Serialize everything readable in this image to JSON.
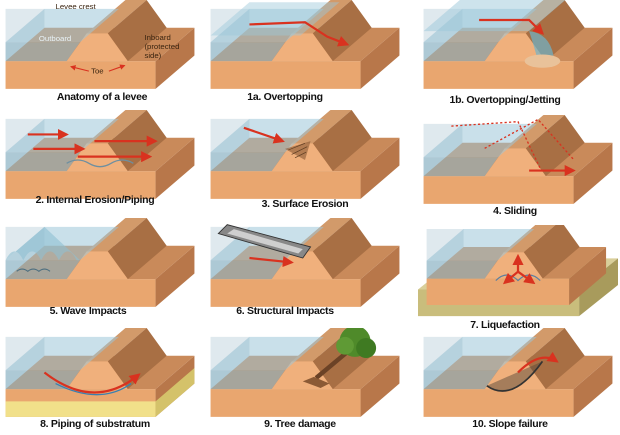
{
  "colors": {
    "water": "#9cc7d9",
    "soil": "#e9a66f",
    "levee": "#c4895c",
    "arrow": "#d9321f",
    "substratum": "#f1e08a"
  },
  "anatomy_labels": {
    "crest": "Levee crest",
    "outboard": "Outboard",
    "inboard_1": "Inboard",
    "inboard_2": "(protected",
    "inboard_3": "side)",
    "toe": "Toe"
  },
  "panels": [
    {
      "caption": "Anatomy of a levee"
    },
    {
      "caption": "1a. Overtopping"
    },
    {
      "caption": "1b. Overtopping/Jetting"
    },
    {
      "caption": "2. Internal Erosion/Piping"
    },
    {
      "caption": "3. Surface Erosion"
    },
    {
      "caption": "4. Sliding"
    },
    {
      "caption": "5. Wave Impacts"
    },
    {
      "caption": "6. Structural Impacts"
    },
    {
      "caption": "7. Liquefaction"
    },
    {
      "caption": "8. Piping of substratum"
    },
    {
      "caption": "9. Tree damage"
    },
    {
      "caption": "10. Slope failure"
    }
  ]
}
